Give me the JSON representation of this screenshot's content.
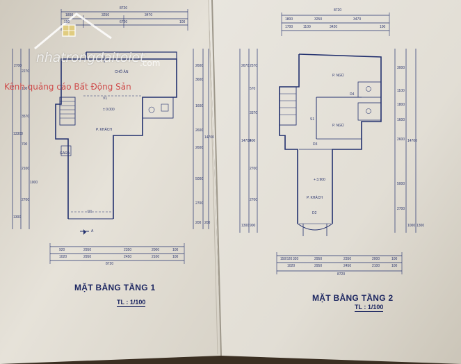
{
  "watermark": {
    "domain": "nhatrongdaitoiet",
    "com": ".com",
    "slogan": "Kênh quảng cáo Bất Động Sản",
    "logo": "house-logo-icon"
  },
  "left_sheet": {
    "title": "MẶT BẰNG TẦNG 1",
    "scale": "TL : 1/100",
    "section_marker": "A",
    "top_total": "8720",
    "top_row1": [
      "1800",
      "3250",
      "3470"
    ],
    "top_row2": [
      "100",
      "6720",
      "100"
    ],
    "bottom_row1": [
      "920",
      "2950",
      "2350",
      "2000",
      "100"
    ],
    "bottom_row2": [
      "1020",
      "2950",
      "2450",
      "2100",
      "100"
    ],
    "bottom_total": "8720",
    "left_dims": [
      "2700",
      "2270",
      "100",
      "3570",
      "700",
      "13300",
      "2100",
      "2700",
      "1000",
      "1300"
    ],
    "right_dims": [
      "2600",
      "3600",
      "1600",
      "2600",
      "2600",
      "14700",
      "5000",
      "2700",
      "200",
      "200"
    ],
    "rooms": {
      "dining": "CHỖ ĂN",
      "living": "P. KHÁCH",
      "level": "± 0.000",
      "v1": "V1",
      "d1": "D1",
      "gara": "GARA"
    }
  },
  "right_sheet": {
    "title": "MẶT BẰNG TẦNG 2",
    "scale": "TL : 1/100",
    "top_total": "8720",
    "top_row1": [
      "1800",
      "3250",
      "3470"
    ],
    "top_row2": [
      "1700",
      "1100",
      "3420",
      "100"
    ],
    "bottom_row1": [
      "150",
      "520",
      "320",
      "2950",
      "2350",
      "2000",
      "100"
    ],
    "bottom_row2": [
      "1020",
      "2950",
      "2450",
      "2100",
      "100"
    ],
    "bottom_total": "8720",
    "left_dims": [
      "2670",
      "2570",
      "570",
      "3370",
      "400",
      "14700",
      "2700",
      "2700",
      "1300",
      "900"
    ],
    "right_dims": [
      "3000",
      "1100",
      "1800",
      "1600",
      "2600",
      "14700",
      "5000",
      "2700",
      "1000",
      "1300"
    ],
    "rooms": {
      "bed1": "P. NGỦ",
      "bed2": "P. NGỦ",
      "living": "P. KHÁCH",
      "level": "+ 3.900",
      "d2": "D2",
      "d3": "D3",
      "d4": "D4",
      "s1": "S1"
    }
  },
  "colors": {
    "ink": "#22306e",
    "paper": "#ece9e2",
    "background": "#3b2f22"
  }
}
